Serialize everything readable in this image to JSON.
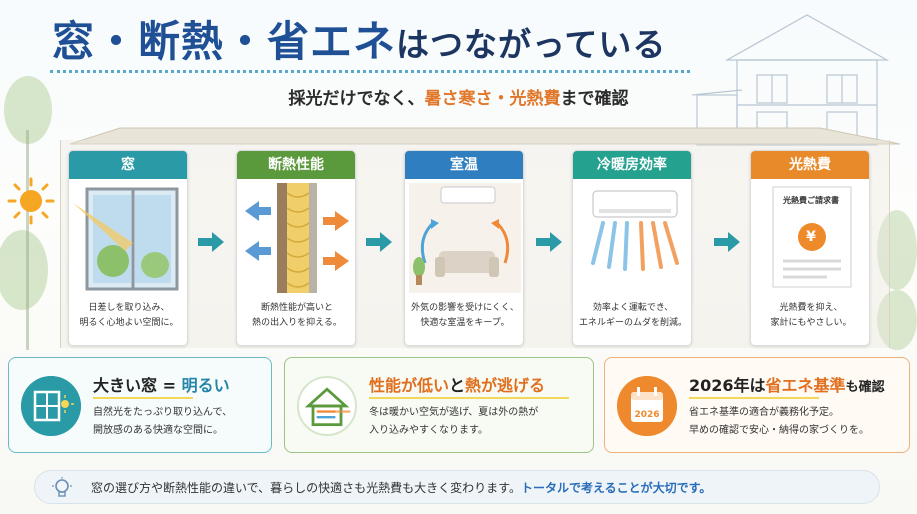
{
  "title": {
    "part1": "窓・断熱・省エネ",
    "part2": "はつながっている"
  },
  "subtitle": {
    "prefix": "採光だけでなく、",
    "highlight": "暑さ寒さ・光熱費",
    "suffix": "まで確認"
  },
  "steps": [
    {
      "label": "窓",
      "desc1": "日差しを取り込み、",
      "desc2": "明るく心地よい空間に。",
      "icon": "window-icon"
    },
    {
      "label": "断熱性能",
      "desc1": "断熱性能が高いと",
      "desc2": "熱の出入りを抑える。",
      "icon": "insulation-wall-icon"
    },
    {
      "label": "室温",
      "desc1": "外気の影響を受けにくく、",
      "desc2": "快適な室温をキープ。",
      "icon": "room-sofa-icon"
    },
    {
      "label": "冷暖房効率",
      "desc1": "効率よく運転でき、",
      "desc2": "エネルギーのムダを削減。",
      "icon": "air-conditioner-icon"
    },
    {
      "label": "光熱費",
      "desc1": "光熱費を抑え、",
      "desc2": "家計にもやさしい。",
      "icon": "bill-icon",
      "bill_title": "光熱費ご請求書",
      "bill_symbol": "¥"
    }
  ],
  "panels": [
    {
      "title_plain": "大きい窓 = ",
      "title_highlight": "明るい",
      "line1": "自然光をたっぷり取り込んで、",
      "line2": "開放感のある快適な空間に。",
      "icon": "window-light-icon"
    },
    {
      "title_highlight1": "性能が低い",
      "title_plain": "と",
      "title_highlight2": "熱が逃げる",
      "line1": "冬は暖かい空気が逃げ、夏は外の熱が",
      "line2": "入り込みやすくなります。",
      "icon": "house-heat-loss-icon"
    },
    {
      "title_plain1": "2026年は",
      "title_highlight": "省エネ基準",
      "title_plain2": "も確認",
      "line1": "省エネ基準の適合が義務化予定。",
      "line2": "早めの確認で安心・納得の家づくりを。",
      "icon": "calendar-icon",
      "calendar_year": "2026"
    }
  ],
  "footer": {
    "text": "窓の選び方や断熱性能の違いで、暮らしの快適さも光熱費も大きく変わります。",
    "highlight": "トータルで考えることが大切です。",
    "icon": "lightbulb-icon"
  },
  "colors": {
    "title_blue": "#1f4f94",
    "accent_orange": "#e0772a",
    "teal": "#2a9aa6",
    "green": "#5a9a3c",
    "blue": "#2f7ec0",
    "orange": "#e88a2a"
  }
}
